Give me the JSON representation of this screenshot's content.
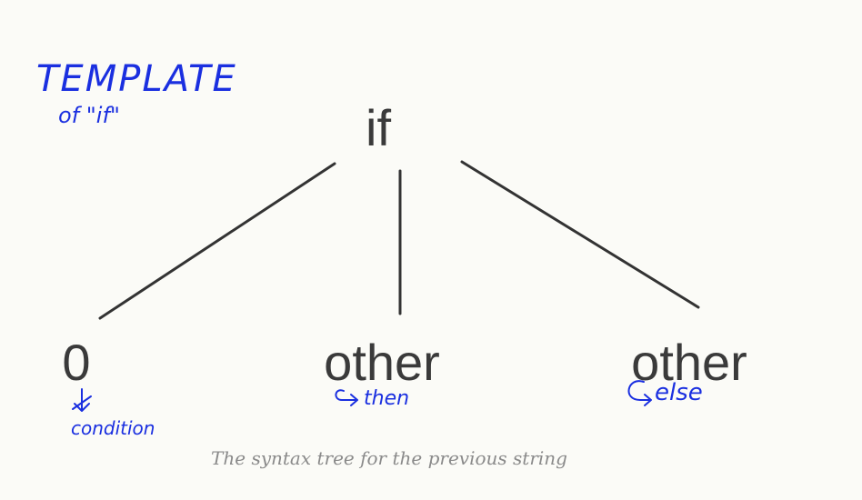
{
  "annotation_title": "TEMPLATE",
  "annotation_subtitle": "of \"if\"",
  "tree": {
    "root": "if",
    "children": [
      {
        "label": "0",
        "note": "condition"
      },
      {
        "label": "other",
        "note": "then"
      },
      {
        "label": "other",
        "note": "else"
      }
    ]
  },
  "caption": "The syntax tree for the previous string",
  "colors": {
    "text": "#3a3a3a",
    "ink_blue": "#1a2fe0",
    "pencil": "#8a8a8a",
    "paper": "#fbfbf7"
  }
}
